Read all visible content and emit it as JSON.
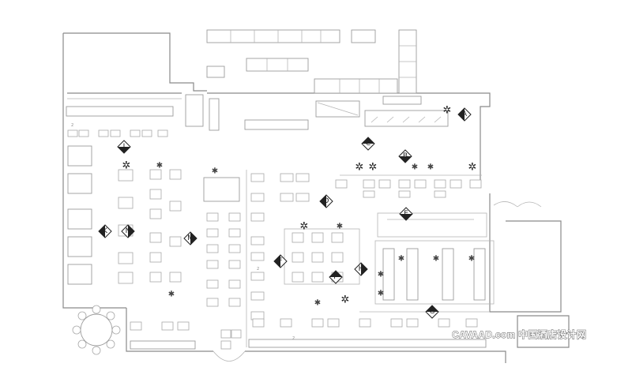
{
  "plan": {
    "view_markers": [
      "A",
      "B",
      "C",
      "D",
      "E",
      "F",
      "G",
      "H",
      "J",
      "K",
      "M",
      "N",
      "P"
    ],
    "small_labels": [
      "2",
      "2",
      "2"
    ]
  },
  "watermark": {
    "text": "CAVAAD.com 中国酒店设计网"
  },
  "colors": {
    "line": "#8a8a8a",
    "marker": "#222222",
    "background": "#ffffff"
  }
}
